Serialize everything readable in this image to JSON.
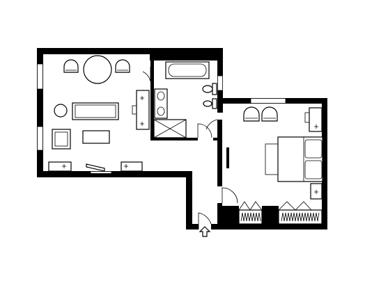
{
  "plan": {
    "kind": "apartment-floor-plan",
    "rooms": [
      "living-room",
      "bathroom",
      "bedroom",
      "hallway"
    ],
    "entrance_marker": "entrance-arrow-icon"
  },
  "colors": {
    "wall": "#000000",
    "background": "#ffffff"
  }
}
